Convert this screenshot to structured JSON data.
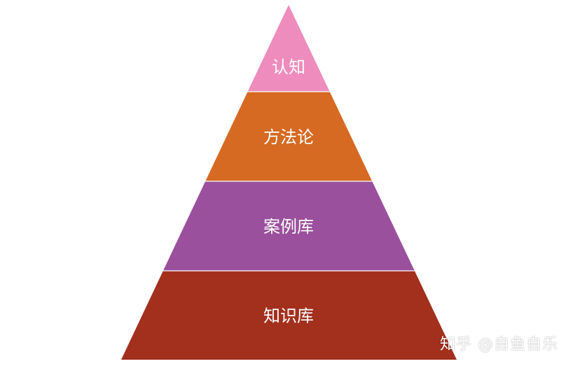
{
  "diagram": {
    "type": "pyramid",
    "layers": [
      {
        "label": "认知",
        "color": "#ee8cbd"
      },
      {
        "label": "方法论",
        "color": "#d66a22"
      },
      {
        "label": "案例库",
        "color": "#9a509c"
      },
      {
        "label": "知识库",
        "color": "#a2301d"
      }
    ],
    "separator_color": "#ffffff"
  },
  "watermark": {
    "text": "知乎 @自鱼自乐"
  }
}
